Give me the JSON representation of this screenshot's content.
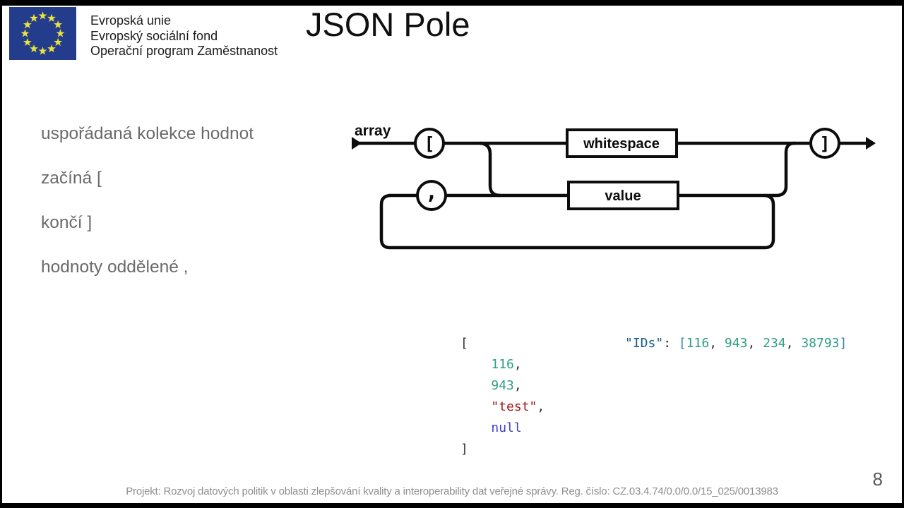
{
  "header": {
    "eu_logo_lines": [
      "Evropská unie",
      "Evropský sociální fond",
      "Operační program Zaměstnanost"
    ],
    "title": "JSON Pole"
  },
  "bullets": [
    "uspořádaná kolekce hodnot",
    "začíná [",
    "končí ]",
    "hodnoty oddělené ,"
  ],
  "diagram": {
    "label": "array",
    "open_bracket": "[",
    "separator": ",",
    "close_bracket": "]",
    "top_box": "whitespace",
    "bottom_box": "value"
  },
  "code": {
    "left_lines": [
      [
        {
          "t": "[",
          "c": "punct"
        }
      ],
      [
        {
          "t": "    ",
          "c": "punct"
        },
        {
          "t": "116",
          "c": "num"
        },
        {
          "t": ",",
          "c": "punct"
        }
      ],
      [
        {
          "t": "    ",
          "c": "punct"
        },
        {
          "t": "943",
          "c": "num"
        },
        {
          "t": ",",
          "c": "punct"
        }
      ],
      [
        {
          "t": "    ",
          "c": "punct"
        },
        {
          "t": "\"test\"",
          "c": "str"
        },
        {
          "t": ",",
          "c": "punct"
        }
      ],
      [
        {
          "t": "    ",
          "c": "punct"
        },
        {
          "t": "null",
          "c": "kw"
        }
      ],
      [
        {
          "t": "]",
          "c": "punct"
        }
      ]
    ],
    "right_lines": [
      [
        {
          "t": "\"IDs\"",
          "c": "prop"
        },
        {
          "t": ": ",
          "c": "punct"
        },
        {
          "t": "[",
          "c": "brkt"
        },
        {
          "t": "116",
          "c": "num"
        },
        {
          "t": ", ",
          "c": "punct"
        },
        {
          "t": "943",
          "c": "num"
        },
        {
          "t": ", ",
          "c": "punct"
        },
        {
          "t": "234",
          "c": "num"
        },
        {
          "t": ", ",
          "c": "punct"
        },
        {
          "t": "38793",
          "c": "num"
        },
        {
          "t": "]",
          "c": "brkt"
        }
      ]
    ]
  },
  "footer": {
    "project_note": "Projekt: Rozvoj datových politik v oblasti zlepšování kvality a interoperability dat veřejné správy. Reg. číslo: CZ.03.4.74/0.0/0.0/15_025/0013983",
    "page_number": "8"
  },
  "colors": {
    "flag_blue": "#233c8b",
    "star_yellow": "#eae23f",
    "number_token": "#2f9e84",
    "string_token": "#a31515",
    "null_token": "#4040cc",
    "property_token": "#155a8a",
    "bracket_token": "#3a7cae",
    "punctuation_token": "#333333",
    "bullet_gray": "#6a6a6a",
    "footer_gray": "#8f8f8f"
  }
}
